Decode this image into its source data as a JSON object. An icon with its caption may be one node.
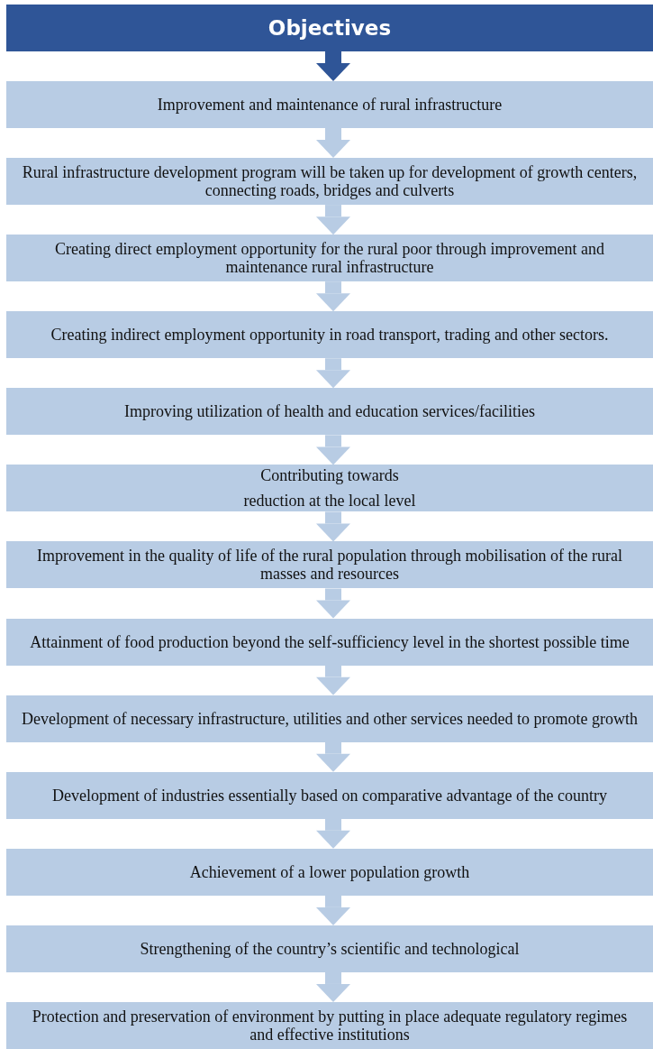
{
  "diagram": {
    "nodes": [
      {
        "text": [
          "Objectives"
        ]
      },
      {
        "text": [
          "Improvement and maintenance of rural infrastructure"
        ]
      },
      {
        "text": [
          "Rural infrastructure development program will be taken up for development of growth centers, connecting roads, bridges and culverts"
        ]
      },
      {
        "text": [
          "Creating direct employment opportunity for the rural poor through improvement and maintenance rural infrastructure"
        ]
      },
      {
        "text": [
          "Creating indirect employment opportunity in road transport, trading and other sectors."
        ]
      },
      {
        "text": [
          "Improving utilization of health and education services/facilities"
        ]
      },
      {
        "text": [
          "Contributing towards",
          "reduction at the local level"
        ]
      },
      {
        "text": [
          "Improvement  in the quality of life of the rural population through  mobilisation of the rural masses and resources"
        ]
      },
      {
        "text": [
          "Attainment of food production beyond the self-sufficiency level in the shortest possible time"
        ]
      },
      {
        "text": [
          "Development of necessary infrastructure, utilities and other services needed to promote growth"
        ]
      },
      {
        "text": [
          "Development of industries essentially based on comparative advantage of the country"
        ]
      },
      {
        "text": [
          "Achievement of a lower population growth"
        ]
      },
      {
        "text": [
          "Strengthening of the country’s scientific and technological"
        ]
      },
      {
        "text": [
          "Protection and preservation of environment by putting in place adequate regulatory regimes and effective institutions"
        ]
      }
    ],
    "edges": [
      {
        "from": 0,
        "to": 1,
        "arrow": "to",
        "color": "#2f5597"
      },
      {
        "from": 1,
        "to": 2,
        "arrow": "to"
      },
      {
        "from": 2,
        "to": 3,
        "arrow": "to"
      },
      {
        "from": 3,
        "to": 4,
        "arrow": "to"
      },
      {
        "from": 4,
        "to": 5,
        "arrow": "to"
      },
      {
        "from": 5,
        "to": 6,
        "arrow": "to"
      },
      {
        "from": 6,
        "to": 7,
        "arrow": "to"
      },
      {
        "from": 7,
        "to": 8,
        "arrow": "to"
      },
      {
        "from": 8,
        "to": 9,
        "arrow": "to"
      },
      {
        "from": 9,
        "to": 10,
        "arrow": "to"
      },
      {
        "from": 10,
        "to": 11,
        "arrow": "to"
      },
      {
        "from": 11,
        "to": 12,
        "arrow": "to"
      },
      {
        "from": 12,
        "to": 13,
        "arrow": "to"
      }
    ]
  }
}
